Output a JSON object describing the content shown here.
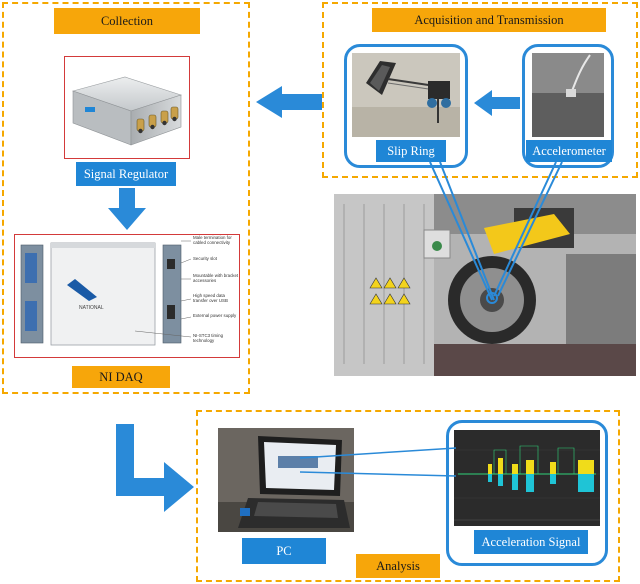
{
  "sections": {
    "collection": "Collection",
    "acquisition": "Acquisition and Transmission",
    "analysis": "Analysis"
  },
  "labels": {
    "signal_regulator": "Signal Regulator",
    "ni_daq": "NI DAQ",
    "slip_ring": "Slip Ring",
    "accelerometer": "Accelerometer",
    "pc": "PC",
    "acceleration_signal": "Acceleration Signal"
  },
  "daq_annotations": [
    "Male termination for cabled connectivity",
    "Security slot",
    "Mountable with bracket accessories",
    "High speed data transfer over USB",
    "External power supply",
    "NI-STC3 timing technology"
  ],
  "colors": {
    "accent_blue": "#1f86d6",
    "frame_blue": "#2a8ad8",
    "section_orange": "#f7a60a",
    "dashed_border": "#f5a800",
    "regulator_frame": "#d33a3a"
  }
}
